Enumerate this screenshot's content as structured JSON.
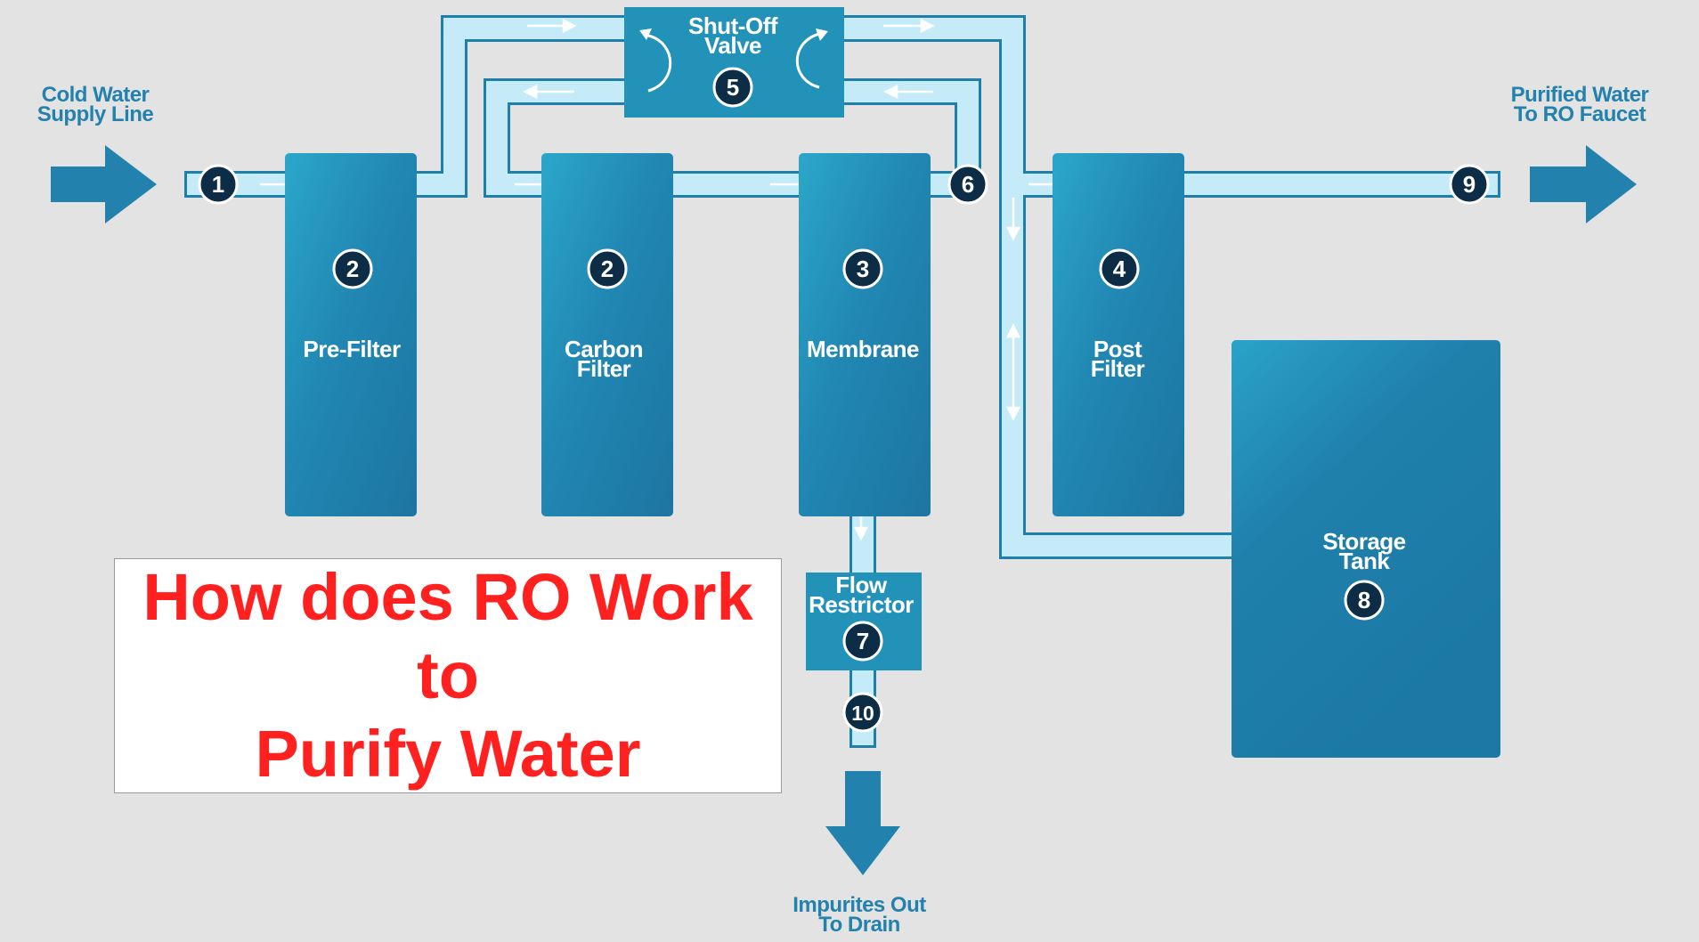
{
  "labels": {
    "inlet": [
      "Cold Water",
      "Supply Line"
    ],
    "outlet": [
      "Purified Water",
      "To RO Faucet"
    ],
    "drain": [
      "Impurites Out",
      "To Drain"
    ],
    "valve": [
      "Shut-Off",
      "Valve"
    ],
    "prefilter": [
      "Pre-Filter"
    ],
    "carbon": [
      "Carbon",
      "Filter"
    ],
    "membrane": [
      "Membrane"
    ],
    "post": [
      "Post",
      "Filter"
    ],
    "restrictor": [
      "Flow",
      "Restrictor"
    ],
    "tank": [
      "Storage",
      "Tank"
    ]
  },
  "badges": {
    "inlet": "1",
    "prefilter": "2",
    "carbon": "2",
    "membrane": "3",
    "post": "4",
    "valve": "5",
    "tee": "6",
    "restrictor": "7",
    "tank": "8",
    "outlet": "9",
    "drain": "10"
  },
  "title": {
    "lines": [
      "How does RO Work",
      "to",
      "Purify Water"
    ]
  },
  "colors": {
    "background": "#e3e3e3",
    "tube_fill": "#c4ebf7",
    "tube_outline": "#1e7fa8",
    "component": "#2389b3",
    "arrow": "#2282ad",
    "badge": "#0d2c45",
    "title_text": "#ff2020"
  }
}
